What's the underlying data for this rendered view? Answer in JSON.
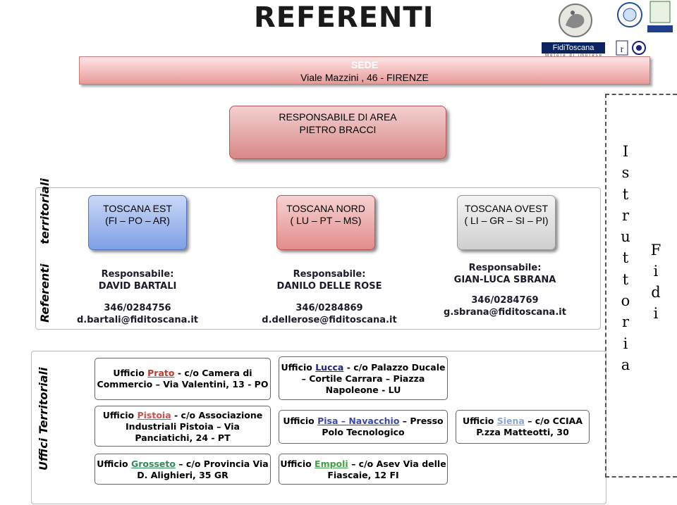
{
  "title": "REFERENTI",
  "logo": {
    "name": "FidiToscana",
    "tagline": "Motore di imprese"
  },
  "sede": {
    "label": "SEDE",
    "address": "Viale Mazzini , 46 - FIRENZE"
  },
  "area": {
    "line1": "RESPONSABILE DI AREA",
    "line2": "PIETRO BRACCI"
  },
  "labels": {
    "referenti": "Referenti     territoriali",
    "uffici": "Uffici Territoriali"
  },
  "regions": [
    {
      "name": "TOSCANA EST",
      "area": "(FI – PO – AR)",
      "resp_label": "Responsabile:",
      "resp_name": "DAVID BARTALI",
      "phone": "346/0284756",
      "email": "d.bartali@fiditoscana.it"
    },
    {
      "name": "TOSCANA NORD",
      "area": "( LU – PT – MS)",
      "resp_label": "Responsabile:",
      "resp_name": "DANILO DELLE ROSE",
      "phone": "346/0284869",
      "email": "d.dellerose@fiditoscana.it"
    },
    {
      "name": "TOSCANA OVEST",
      "area": "( LI – GR – SI – PI)",
      "resp_label": "Responsabile:",
      "resp_name": "GIAN-LUCA SBRANA",
      "phone": "346/0284769",
      "email": "g.sbrana@fiditoscana.it"
    }
  ],
  "offices": {
    "prato": {
      "pre": "Ufficio ",
      "city": "Prato",
      "rest": " - c/o Camera di Commercio – Via Valentini, 13 - PO"
    },
    "pistoia": {
      "pre": "Ufficio ",
      "city": "Pistoia",
      "rest": " - c/o Associazione Industriali Pistoia – Via Panciatichi, 24 - PT"
    },
    "grosseto": {
      "pre": "Ufficio ",
      "city": "Grosseto",
      "rest": " – c/o Provincia Via D. Alighieri, 35 GR"
    },
    "lucca": {
      "pre": "Ufficio ",
      "city": "Lucca",
      "rest": " - c/o Palazzo Ducale – Cortile Carrara – Piazza Napoleone - LU"
    },
    "pisa": {
      "pre": "Ufficio ",
      "city": "Pisa – Navacchio",
      "rest": " – Presso Polo Tecnologico"
    },
    "empoli": {
      "pre": "Ufficio ",
      "city": "Empoli",
      "rest": " – c/o Asev Via delle Fiascaie, 12 FI"
    },
    "siena": {
      "pre": "Ufficio ",
      "city": "Siena",
      "rest": " – c/o CCIAA P.zza Matteotti, 30"
    }
  },
  "istruttoria": [
    "I",
    "s",
    "t",
    "r",
    "u",
    "t",
    "t",
    "o",
    "r",
    "i",
    "a"
  ],
  "fidi": [
    "F",
    "i",
    "d",
    "i"
  ]
}
